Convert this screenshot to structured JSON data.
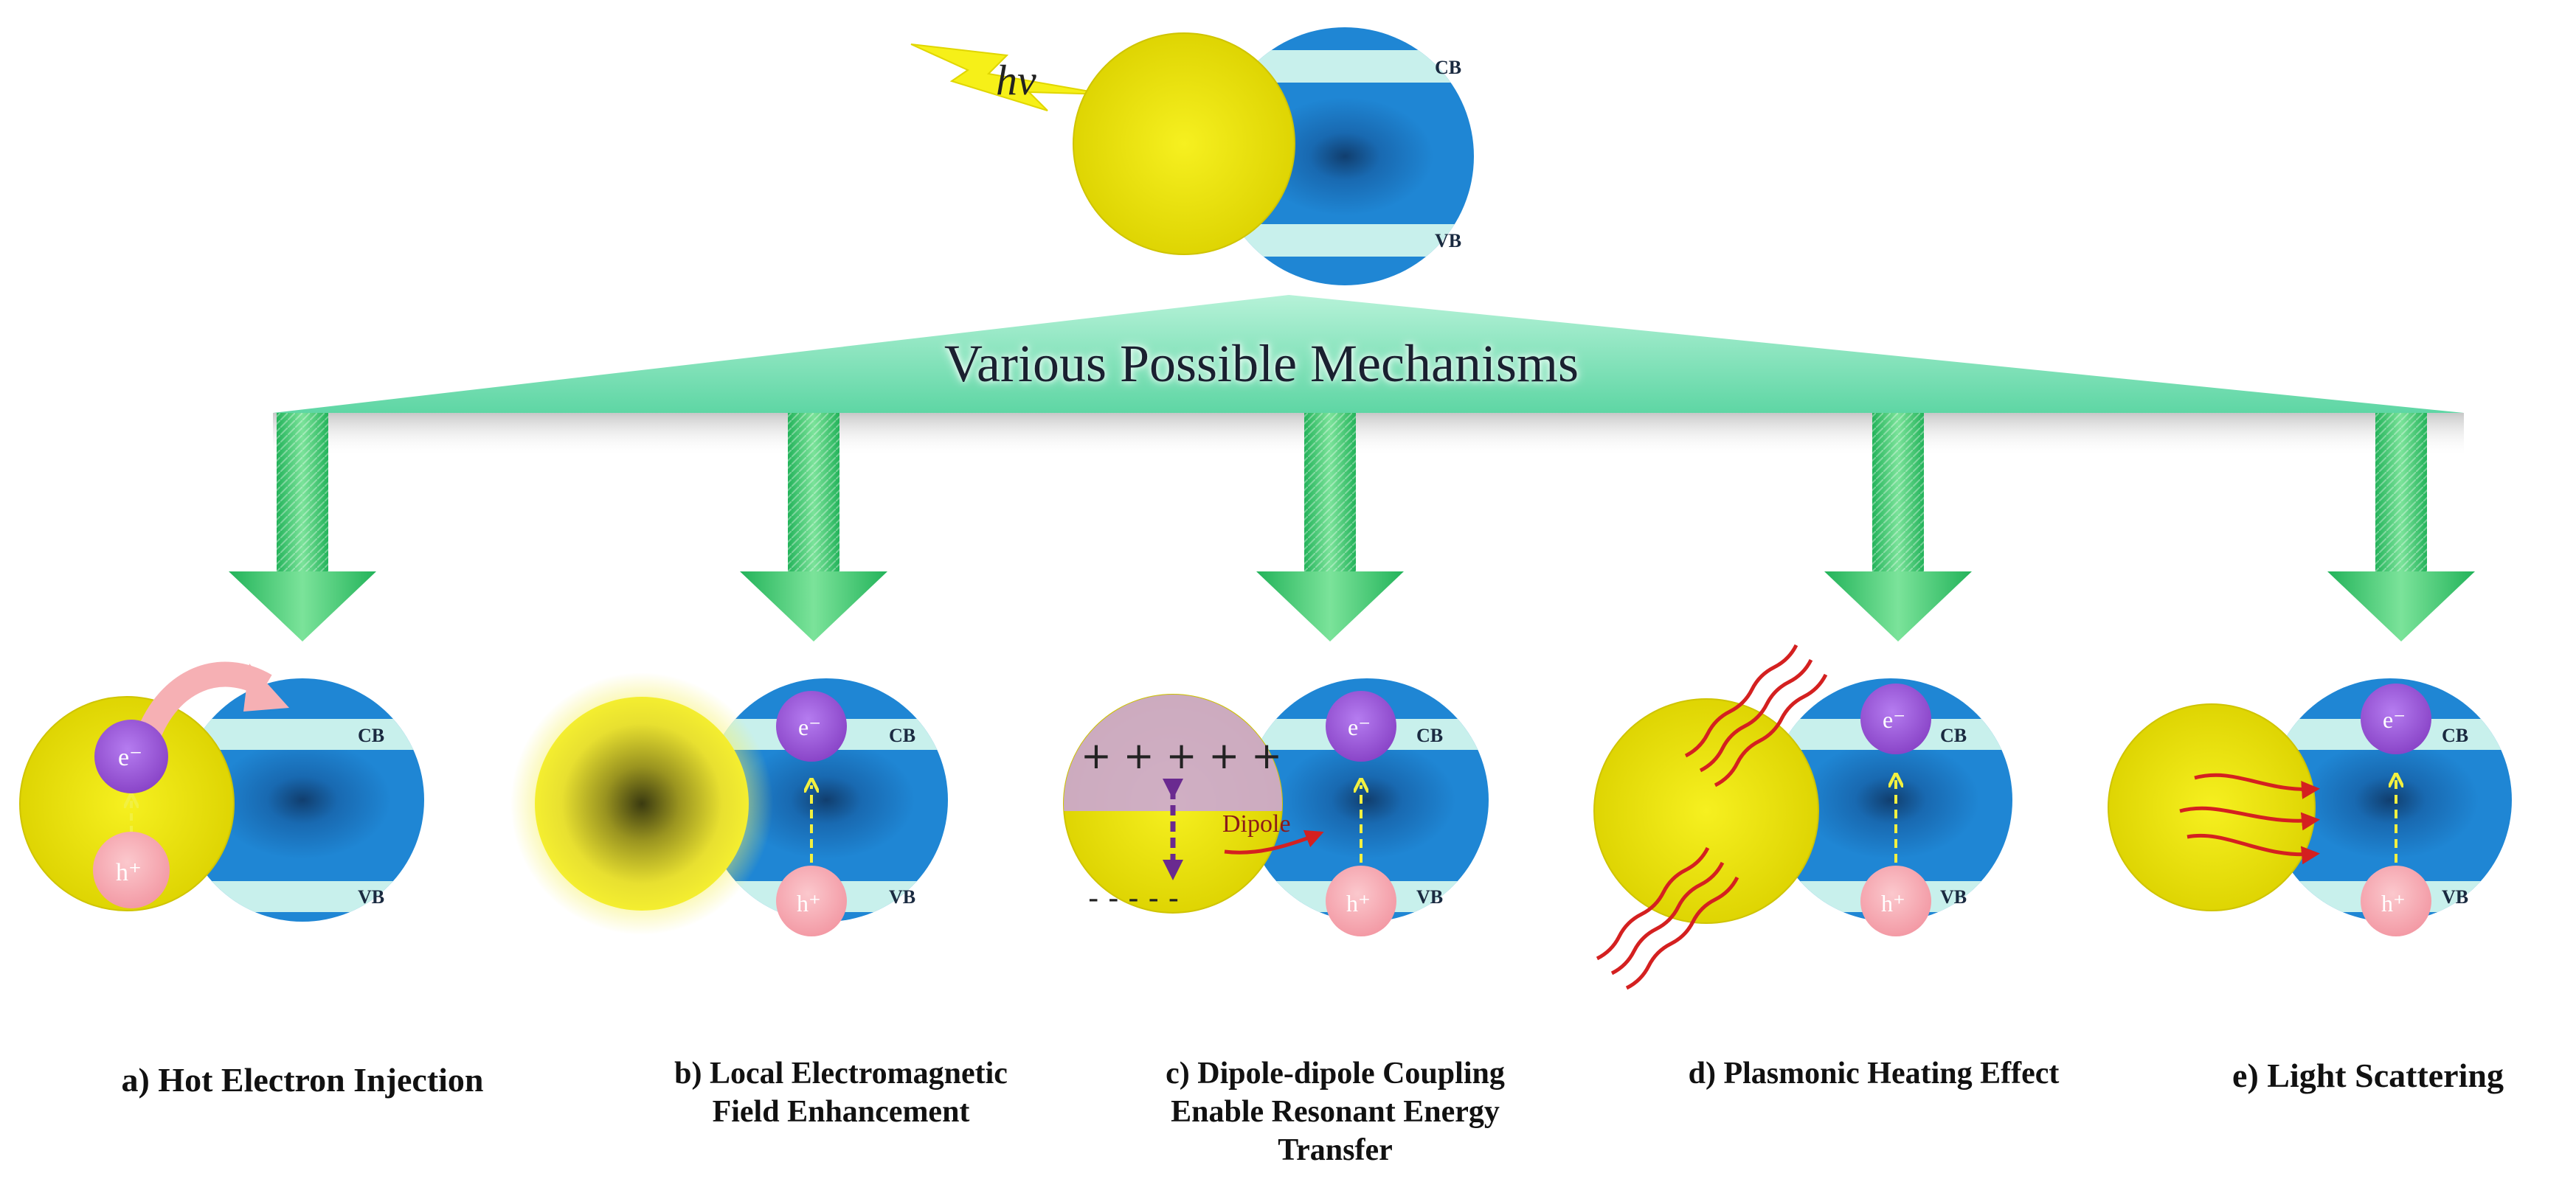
{
  "header": {
    "photon_label": "hν",
    "title": "Various Possible Mechanisms",
    "cb_label": "CB",
    "vb_label": "VB"
  },
  "panels": [
    {
      "id": "a",
      "caption": [
        "a) Hot Electron Injection"
      ]
    },
    {
      "id": "b",
      "caption": [
        "b) Local Electromagnetic",
        "Field Enhancement"
      ]
    },
    {
      "id": "c",
      "caption": [
        "c) Dipole-dipole Coupling",
        "Enable Resonant Energy",
        "Transfer"
      ]
    },
    {
      "id": "d",
      "caption": [
        "d) Plasmonic Heating Effect"
      ]
    },
    {
      "id": "e",
      "caption": [
        "e) Light Scattering"
      ]
    }
  ],
  "labels": {
    "electron": "e⁻",
    "hole": "h⁺",
    "electron_a": "e⁻",
    "dipole": "Dipole",
    "plus_charges": "+ + + + +",
    "minus_charges": "- - - - -"
  },
  "colors": {
    "metal_yellow": "#f5ef1a",
    "semiconductor_blue": "#1f86d4",
    "band_cyan": "#c8f0ec",
    "arrow_green": "#2ec46a",
    "electron_purple": "#9c5bd6",
    "hole_pink": "#f5a5ae",
    "heat_red": "#d42020"
  }
}
